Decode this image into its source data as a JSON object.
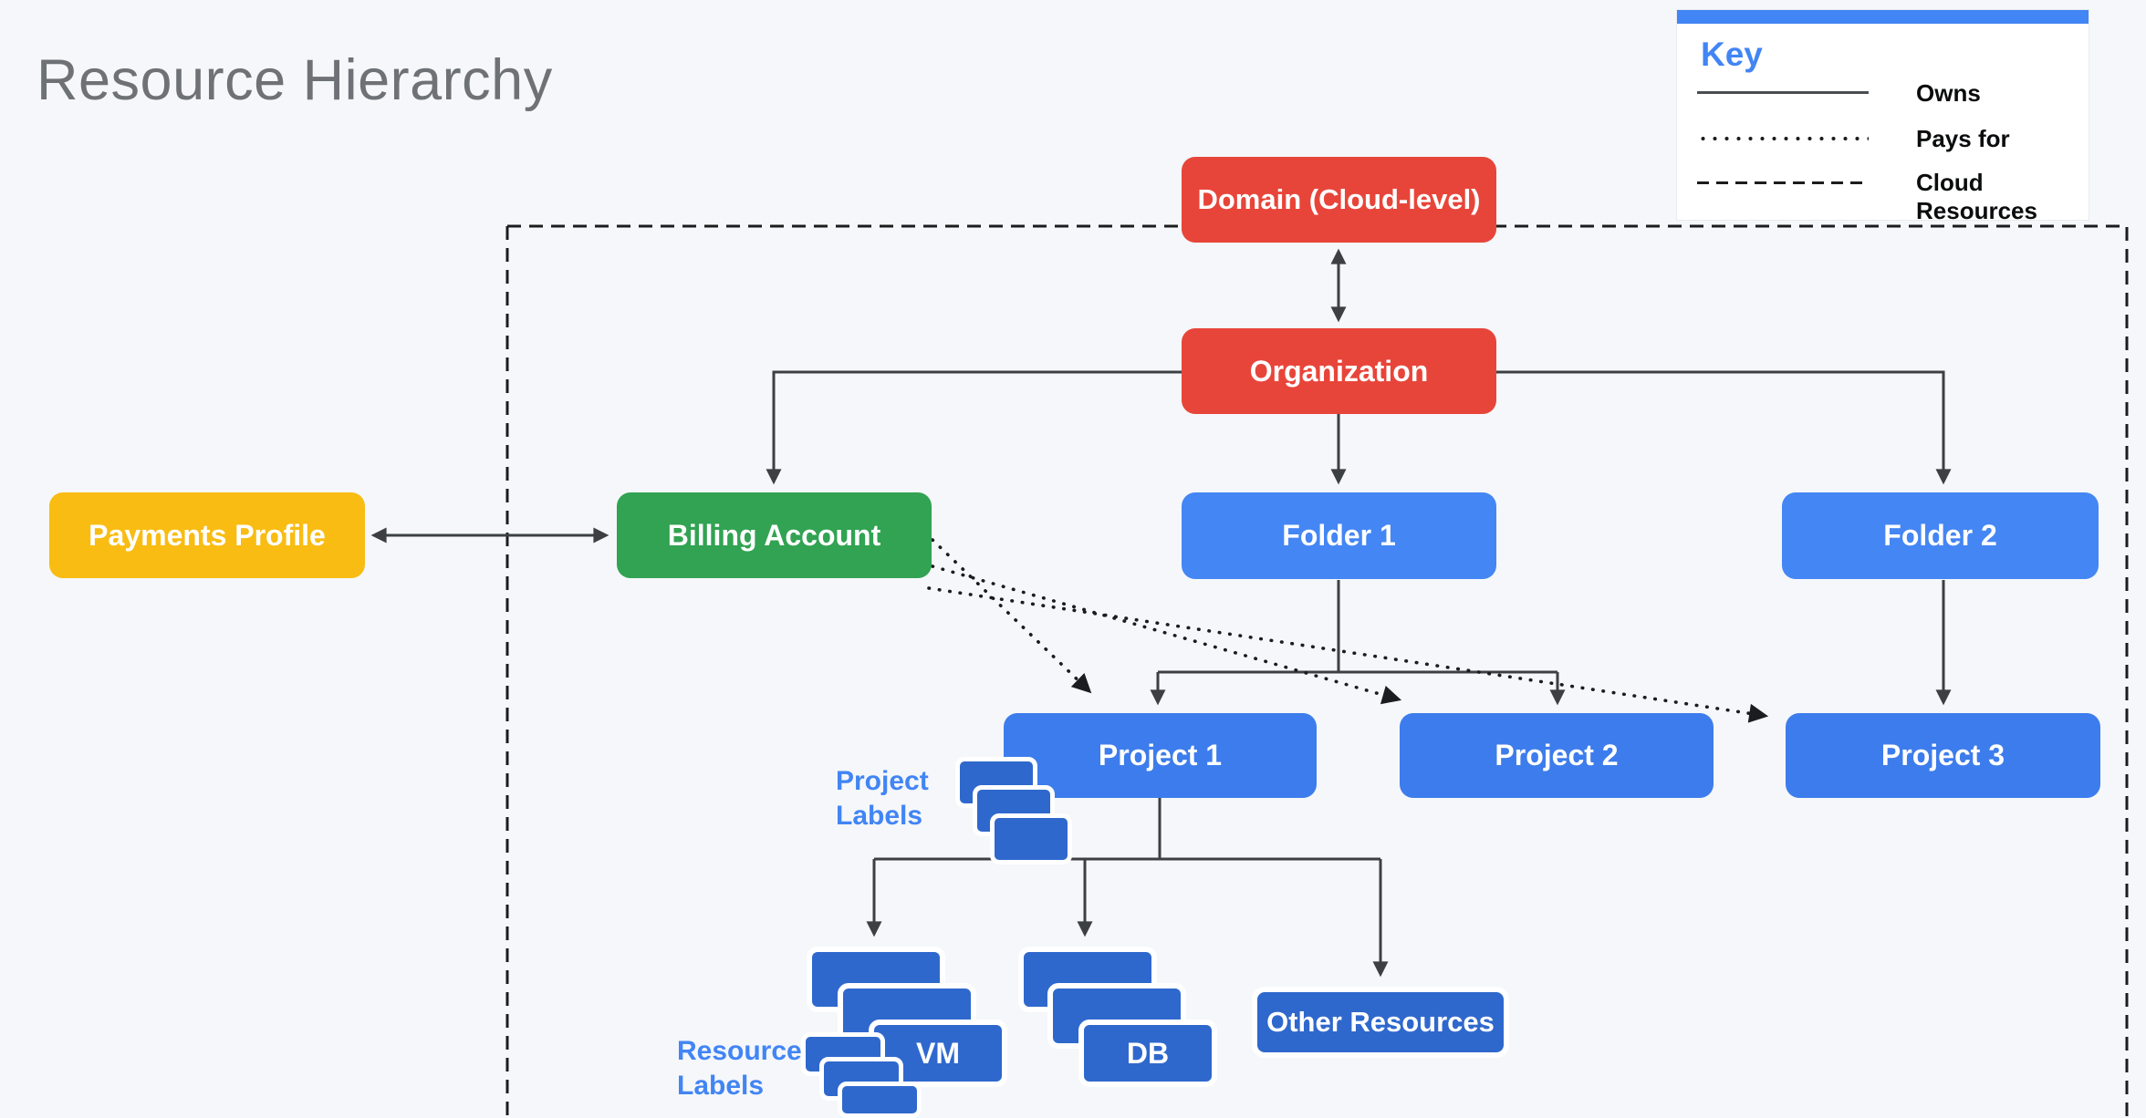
{
  "page": {
    "title": "Resource Hierarchy"
  },
  "legend": {
    "title": "Key",
    "items": [
      {
        "line_style": "solid",
        "label": "Owns"
      },
      {
        "line_style": "dotted",
        "label": "Pays for"
      },
      {
        "line_style": "dashed",
        "label": "Cloud Resources"
      }
    ]
  },
  "nodes": {
    "domain": {
      "label": "Domain (Cloud-level)",
      "color": "#E8453A"
    },
    "organization": {
      "label": "Organization",
      "color": "#E8453A"
    },
    "payments_profile": {
      "label": "Payments Profile",
      "color": "#F9BC13"
    },
    "billing_account": {
      "label": "Billing Account",
      "color": "#31A352"
    },
    "folder_1": {
      "label": "Folder 1",
      "color": "#4486F4"
    },
    "folder_2": {
      "label": "Folder 2",
      "color": "#4486F4"
    },
    "project_1": {
      "label": "Project 1",
      "color": "#3D7CEC"
    },
    "project_2": {
      "label": "Project 2",
      "color": "#3D7CEC"
    },
    "project_3": {
      "label": "Project 3",
      "color": "#3D7CEC"
    },
    "vm": {
      "label": "VM",
      "color": "#2F68CD"
    },
    "db": {
      "label": "DB",
      "color": "#2F68CD"
    },
    "other_resources": {
      "label": "Other Resources",
      "color": "#2F68CD"
    }
  },
  "annotations": {
    "project_labels": {
      "line1": "Project",
      "line2": "Labels"
    },
    "resource_labels": {
      "line1": "Resource",
      "line2": "Labels"
    }
  },
  "edges": [
    {
      "from": "domain",
      "to": "organization",
      "type": "owns",
      "bidirectional": true
    },
    {
      "from": "payments_profile",
      "to": "billing_account",
      "type": "owns",
      "bidirectional": true
    },
    {
      "from": "organization",
      "to": "billing_account",
      "type": "owns"
    },
    {
      "from": "organization",
      "to": "folder_1",
      "type": "owns"
    },
    {
      "from": "organization",
      "to": "folder_2",
      "type": "owns"
    },
    {
      "from": "folder_1",
      "to": "project_1",
      "type": "owns"
    },
    {
      "from": "folder_1",
      "to": "project_2",
      "type": "owns"
    },
    {
      "from": "folder_2",
      "to": "project_3",
      "type": "owns"
    },
    {
      "from": "project_1",
      "to": "vm",
      "type": "owns"
    },
    {
      "from": "project_1",
      "to": "db",
      "type": "owns"
    },
    {
      "from": "project_1",
      "to": "other_resources",
      "type": "owns"
    },
    {
      "from": "billing_account",
      "to": "project_1",
      "type": "pays_for"
    },
    {
      "from": "billing_account",
      "to": "project_2",
      "type": "pays_for"
    },
    {
      "from": "billing_account",
      "to": "project_3",
      "type": "pays_for"
    },
    {
      "from": "domain",
      "to": "cloud_resources_boundary",
      "type": "cloud_resources"
    }
  ],
  "colors": {
    "background": "#F5F7FA",
    "title": "#6E7276",
    "accent_blue": "#4285F4",
    "red": "#E8453A",
    "yellow": "#F9BC13",
    "green": "#31A352",
    "folder_blue": "#4486F4",
    "project_blue": "#3D7CEC",
    "resource_blue": "#2F68CD",
    "connector_gray": "#3C4043",
    "ink_black": "#1A1C1E"
  }
}
